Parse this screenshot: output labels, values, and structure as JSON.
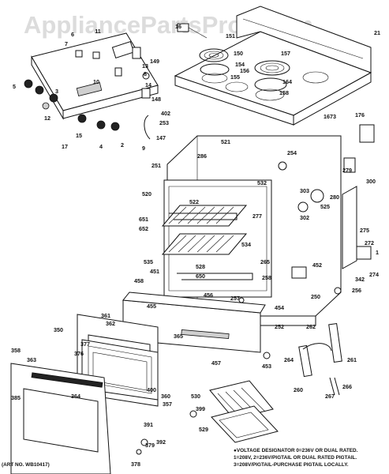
{
  "watermark": "AppliancePartsPros.com",
  "art_number": "(ART NO. WB10417)",
  "voltage_note": {
    "line1": "●VOLTAGE DESIGNATOR 0=236V OR DUAL RATED.",
    "line2": "1=208V, 2=236V/PIGTAIL OR DUAL RATED PIGTAIL.",
    "line3": "3=208V/PIGTAIL-PURCHASE PIGTAIL LOCALLY."
  },
  "part_labels": [
    "1",
    "2",
    "3",
    "4",
    "5",
    "6",
    "7",
    "8",
    "9",
    "10",
    "11",
    "12",
    "13",
    "14",
    "15",
    "16",
    "17",
    "21",
    "147",
    "148",
    "149",
    "150",
    "151",
    "154",
    "155",
    "156",
    "157",
    "158",
    "164",
    "176",
    "250",
    "251",
    "252",
    "253",
    "254",
    "256",
    "257",
    "258",
    "260",
    "261",
    "262",
    "264",
    "265",
    "266",
    "267",
    "272",
    "274",
    "275",
    "277",
    "279",
    "280",
    "286",
    "300",
    "302",
    "303",
    "342",
    "350",
    "357",
    "358",
    "360",
    "361",
    "362",
    "363",
    "364",
    "365",
    "376",
    "377",
    "378",
    "379",
    "385",
    "391",
    "392",
    "399",
    "400",
    "402",
    "451",
    "452",
    "453",
    "454",
    "455",
    "456",
    "457",
    "458",
    "520",
    "521",
    "522",
    "525",
    "528",
    "529",
    "530",
    "532",
    "534",
    "535",
    "650",
    "651",
    "652",
    "1673"
  ]
}
